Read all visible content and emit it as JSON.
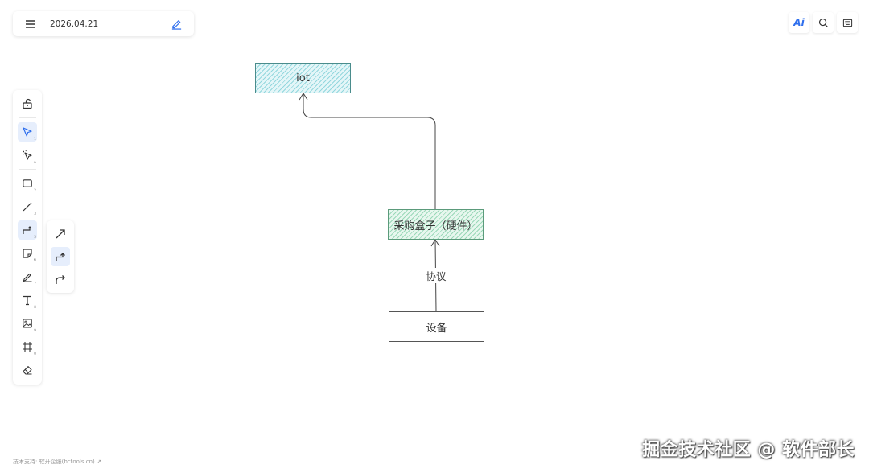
{
  "header": {
    "doc_title": "2026.04.21",
    "ai_label": "Ai"
  },
  "toolbar": {
    "icons": [
      "lock-icon",
      "pointer-icon",
      "magic-pointer-icon",
      "rectangle-icon",
      "line-icon",
      "connector-icon",
      "sticky-note-icon",
      "pen-icon",
      "text-icon",
      "image-icon",
      "frame-icon",
      "eraser-icon"
    ],
    "keys": [
      "1",
      "A",
      "2",
      "3",
      "5",
      "N",
      "7",
      "8",
      "9",
      "0"
    ]
  },
  "diagram": {
    "node_iot": "iot",
    "node_box": "采购盒子（硬件）",
    "node_device": "设备",
    "edge_label": "协议"
  },
  "colors": {
    "accent": "#2f6fed",
    "iot_fill": "#50bec8",
    "box_fill": "#5abe8c"
  },
  "footer": {
    "credit": "技术支持: 软开企服(bctools.cn) ↗",
    "watermark": "掘金技术社区 @ 软件部长"
  }
}
